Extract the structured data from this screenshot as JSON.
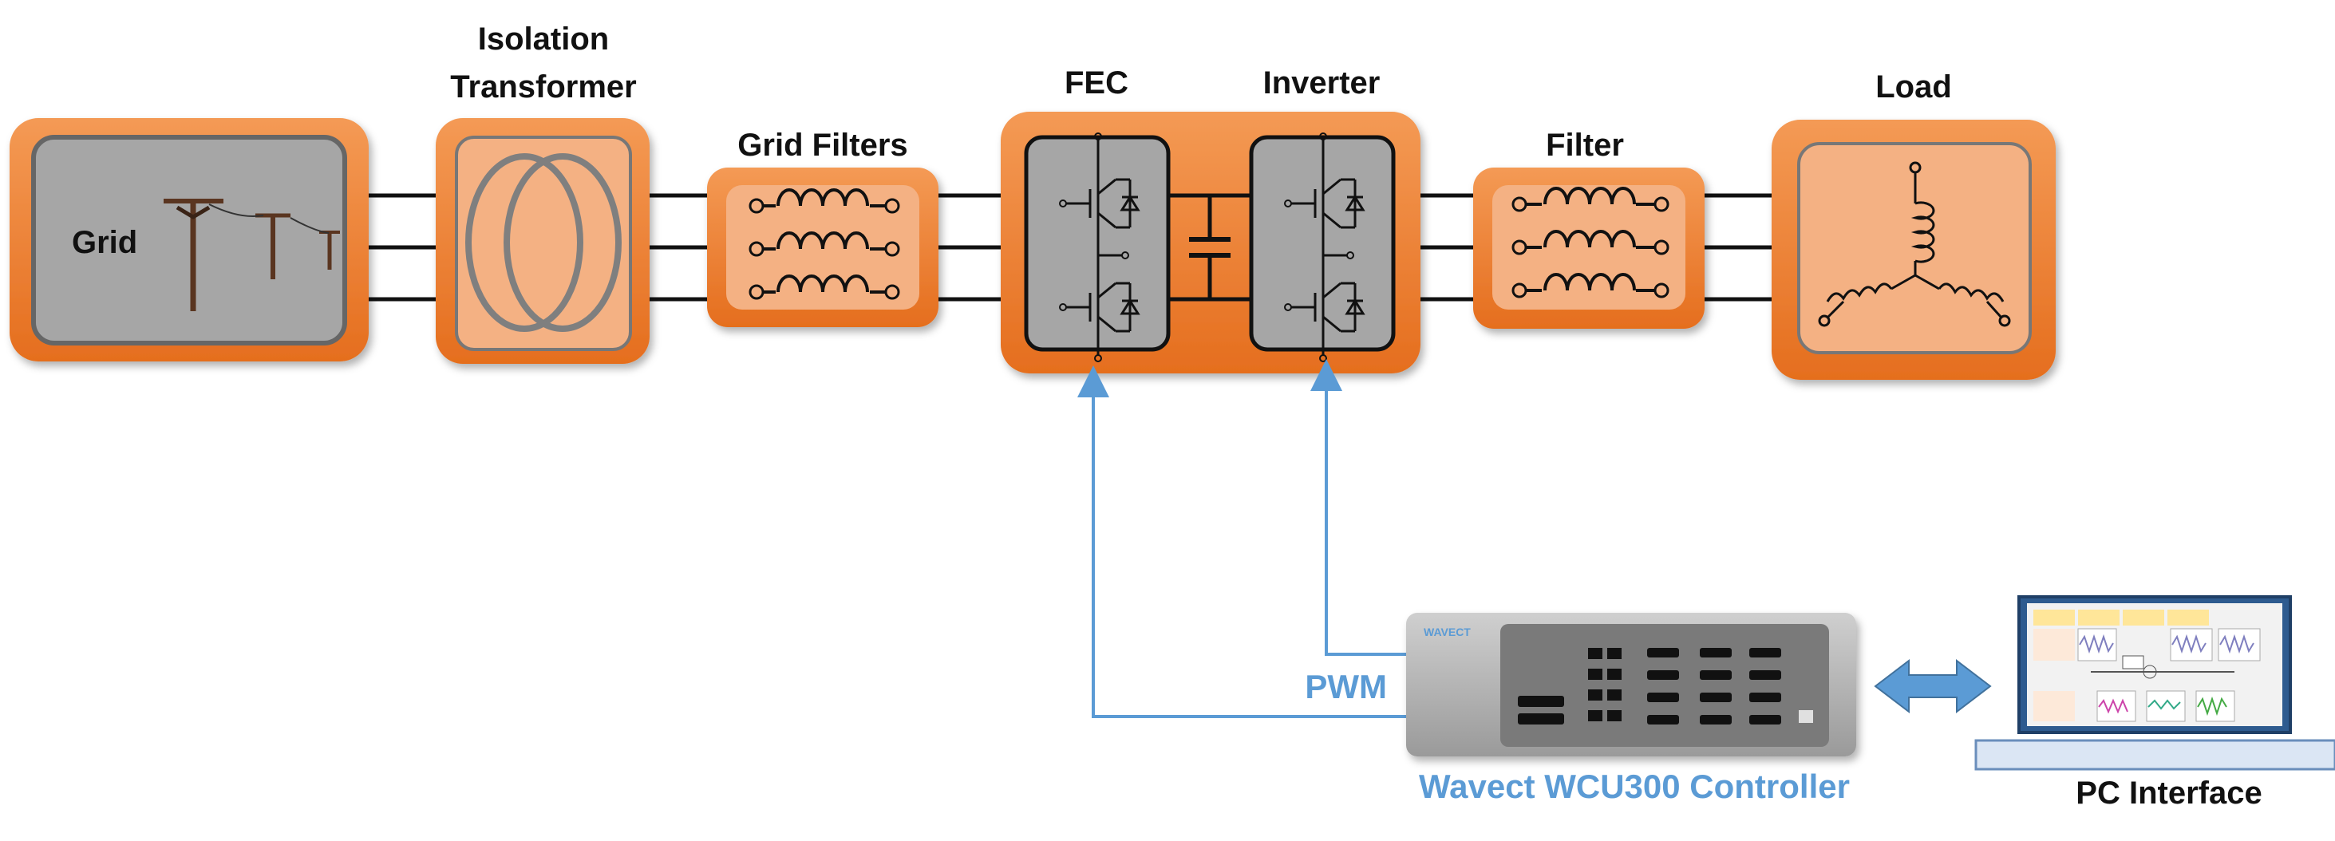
{
  "labels": {
    "grid": "Grid",
    "isolation_line1": "Isolation",
    "isolation_line2": "Transformer",
    "grid_filters": "Grid Filters",
    "fec": "FEC",
    "inverter": "Inverter",
    "filter": "Filter",
    "load": "Load",
    "pwm": "PWM",
    "controller": "Wavect WCU300 Controller",
    "pc_interface": "PC Interface",
    "brand": "WAVECT"
  },
  "colors": {
    "orange_block": "#ee7d31",
    "orange_inner": "#f4b183",
    "gray_module": "#a6a6a6",
    "signal_blue": "#5b9bd5",
    "text_black": "#111111"
  }
}
